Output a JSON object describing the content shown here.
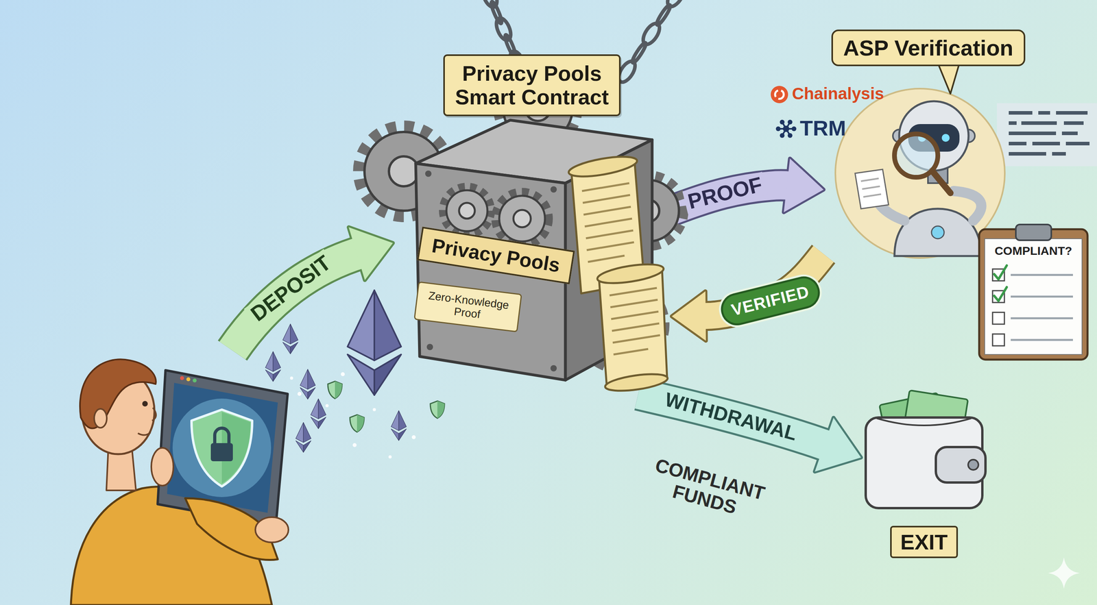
{
  "diagram": {
    "nodes": [
      {
        "text": [
          "Privacy Pools Smart Contract",
          "Privacy Pools"
        ]
      },
      {
        "text": [
          "Zero-Knowledge Proof"
        ],
        "in": 0
      },
      {
        "text": [
          "ASP Verification"
        ]
      },
      {
        "text": [
          "COMPLIANT?"
        ],
        "in": 2
      },
      {
        "text": [
          "EXIT"
        ]
      }
    ],
    "edges": [
      {
        "from": 0,
        "to": 2,
        "label": "PROOF",
        "arrow": "to"
      },
      {
        "from": 2,
        "to": 0,
        "label": "VERIFIED",
        "arrow": "to"
      },
      {
        "from": 0,
        "to": 4,
        "label": "WITHDRAWAL",
        "arrow": "to"
      }
    ],
    "labels": [
      "DEPOSIT",
      "Chainalysis",
      "TRM",
      "COMPLIANT FUNDS"
    ]
  }
}
